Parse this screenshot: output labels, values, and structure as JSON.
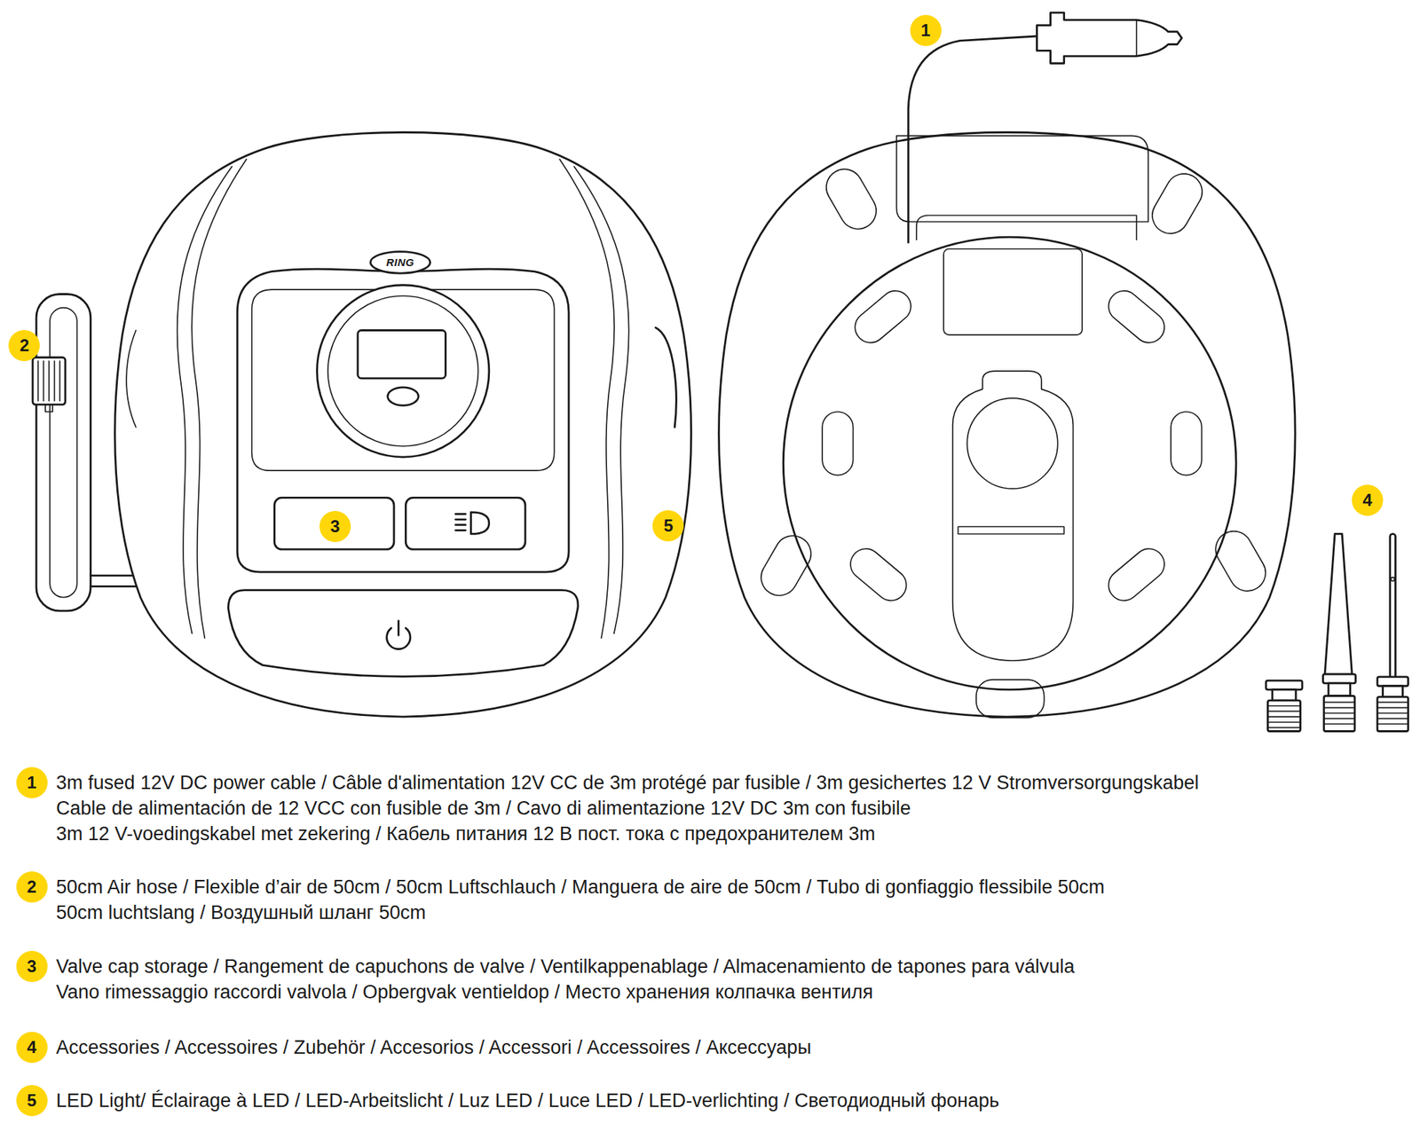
{
  "diagram": {
    "labels": [
      "1",
      "2",
      "RING",
      "3",
      "5",
      "4",
      "1",
      "3m fused 12V DC power cable / Câble d'alimentation 12V CC de 3m protégé par fusible / 3m gesichertes 12 V Stromversorgungskabel",
      "Cable de alimentación de 12 VCC con fusible de 3m / Cavo di alimentazione 12V DC 3m con fusibile",
      "3m 12 V-voedingskabel met zekering / Кабель питания 12 В пост. тока с предохранителем 3m",
      "2",
      "50cm Air hose / Flexible d’air de 50cm / 50cm Luftschlauch / Manguera de aire de 50cm / Tubo di gonfiaggio flessibile 50cm",
      "50cm luchtslang / Воздушный шланг 50cm",
      "3",
      "Valve cap storage / Rangement de capuchons de valve / Ventilkappenablage / Almacenamiento de tapones para válvula",
      "Vano rimessaggio raccordi valvola / Opbergvak ventieldop / Место хранения колпачка вентиля",
      "4",
      "Accessories / Accessoires / Zubehör / Accesorios / Accessori / Accessoires / Аксессуары",
      "5",
      "LED Light/ Éclairage à LED / LED-Arbeitslicht / Luz LED / Luce LED / LED-verlichting / Светодиодный фонарь"
    ]
  }
}
